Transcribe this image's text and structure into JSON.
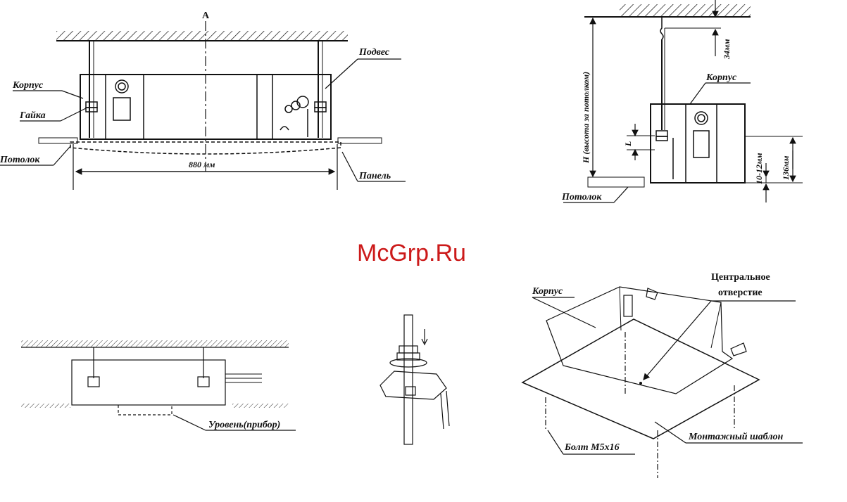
{
  "watermark": "McGrp.Ru",
  "colors": {
    "watermark": "#cc1a1a",
    "line": "#111111"
  },
  "fig1": {
    "axis_letter": "A",
    "labels": {
      "korpus": "Корпус",
      "gaika": "Гайка",
      "potolok": "Потолок",
      "podves": "Подвес",
      "panel": "Панель"
    },
    "width_dim": "880 мм"
  },
  "fig2": {
    "labels": {
      "korpus": "Корпус",
      "potolok": "Потолок",
      "height": "H (высота за потолком)",
      "dim34": "34мм",
      "dimL": "L",
      "dim1012": "10-12мм",
      "dim136": "136мм"
    }
  },
  "fig3": {
    "level_label": "Уровень(прибор)"
  },
  "fig5": {
    "labels": {
      "korpus": "Корпус",
      "central_line1": "Центральное",
      "central_line2": "отверстие",
      "template": "Монтажный шаблон",
      "bolt": "Болт M5x16"
    }
  }
}
